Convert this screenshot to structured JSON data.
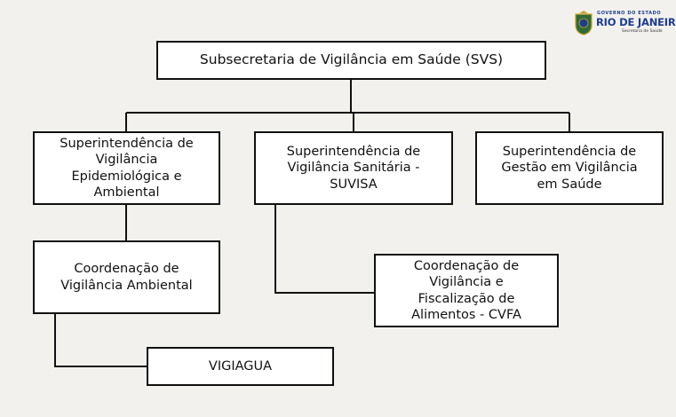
{
  "logo": {
    "line1": "GOVERNO DO ESTADO",
    "line2": "RIO DE JANEIRO",
    "line3": "Secretaria de Saúde"
  },
  "nodes": {
    "svs": "Subsecretaria de Vigilância em Saúde (SVS)",
    "epid": "Superintendência de\nVigilância\nEpidemiológica e\nAmbiental",
    "suvisa": "Superintendência de\nVigilância Sanitária -\nSUVISA",
    "gestao": "Superintendência de\nGestão em Vigilância\nem Saúde",
    "amb": "Coordenação de\nVigilância Ambiental",
    "cvfa": "Coordenação de\nVigilância e\nFiscalização de\nAlimentos - CVFA",
    "vigiagua": "VIGIAGUA"
  },
  "colors": {
    "background": "#f3f1ee",
    "box_fill": "#ffffff",
    "line": "#111111",
    "logo_blue": "#1d3d8f"
  }
}
